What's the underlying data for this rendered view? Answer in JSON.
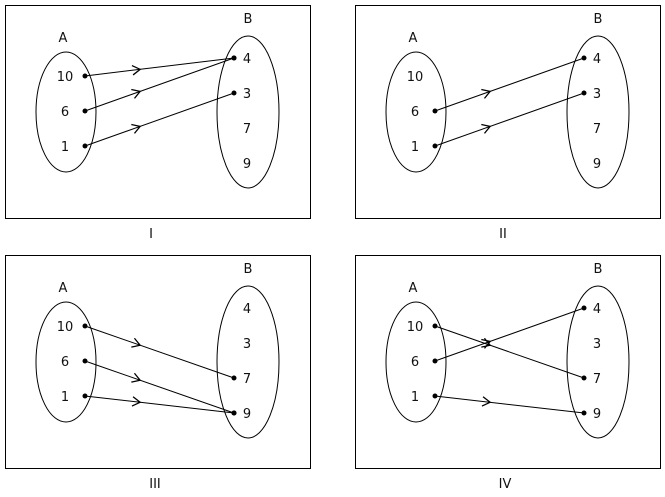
{
  "set_a_label": "A",
  "set_b_label": "B",
  "set_a": [
    "10",
    "6",
    "1"
  ],
  "set_b": [
    "4",
    "3",
    "7",
    "9"
  ],
  "panels": [
    {
      "label": "I",
      "mappings": [
        [
          "10",
          "4"
        ],
        [
          "6",
          "4"
        ],
        [
          "1",
          "3"
        ]
      ]
    },
    {
      "label": "II",
      "mappings": [
        [
          "6",
          "4"
        ],
        [
          "1",
          "3"
        ]
      ]
    },
    {
      "label": "III",
      "mappings": [
        [
          "10",
          "7"
        ],
        [
          "6",
          "9"
        ],
        [
          "1",
          "9"
        ]
      ]
    },
    {
      "label": "IV",
      "mappings": [
        [
          "10",
          "7"
        ],
        [
          "6",
          "4"
        ],
        [
          "1",
          "9"
        ]
      ]
    }
  ]
}
